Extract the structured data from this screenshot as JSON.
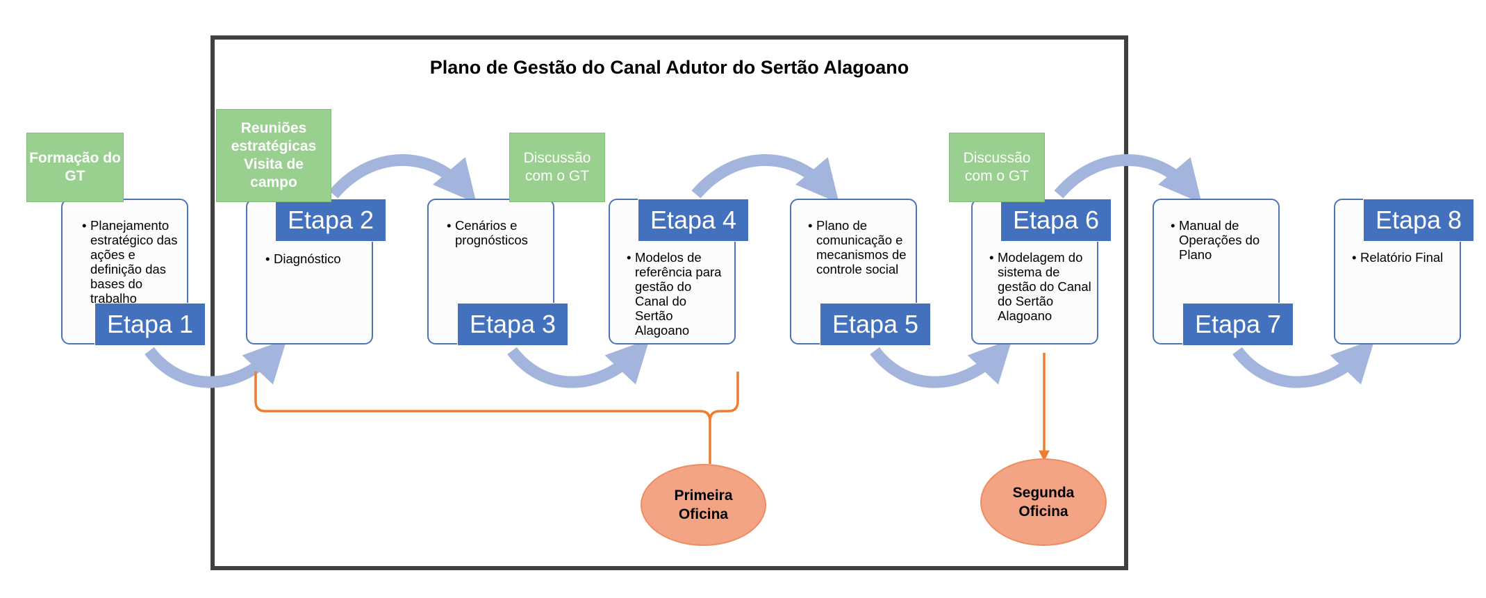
{
  "title": "Plano de Gestão do Canal Adutor do Sertão Alagoano",
  "colors": {
    "frame": "#404040",
    "stage_box": "#4371be",
    "card_border": "#4c74b7",
    "note_green": "#99cf8f",
    "arrow_blue": "#a3b5dc",
    "orange": "#ed7d31",
    "oval": "#f2a484"
  },
  "stages": [
    {
      "label": "Etapa 1",
      "text": "Planejamento estratégico das ações e definição das bases do trabalho"
    },
    {
      "label": "Etapa 2",
      "text": "Diagnóstico"
    },
    {
      "label": "Etapa 3",
      "text": "Cenários e prognósticos"
    },
    {
      "label": "Etapa 4",
      "text": "Modelos de referência para gestão do Canal do Sertão Alagoano"
    },
    {
      "label": "Etapa 5",
      "text": "Plano de comunicação e mecanismos de controle social"
    },
    {
      "label": "Etapa 6",
      "text": "Modelagem do sistema de gestão do Canal do Sertão Alagoano"
    },
    {
      "label": "Etapa 7",
      "text": "Manual de Operações do Plano"
    },
    {
      "label": "Etapa 8",
      "text": "Relatório Final"
    }
  ],
  "notes": [
    {
      "text": "Formação do GT"
    },
    {
      "text": "Reuniões estratégicas Visita de campo"
    },
    {
      "text": "Discussão com o GT"
    },
    {
      "text": "Discussão com o GT"
    }
  ],
  "workshops": [
    {
      "text": "Primeira Oficina"
    },
    {
      "text": "Segunda Oficina"
    }
  ]
}
